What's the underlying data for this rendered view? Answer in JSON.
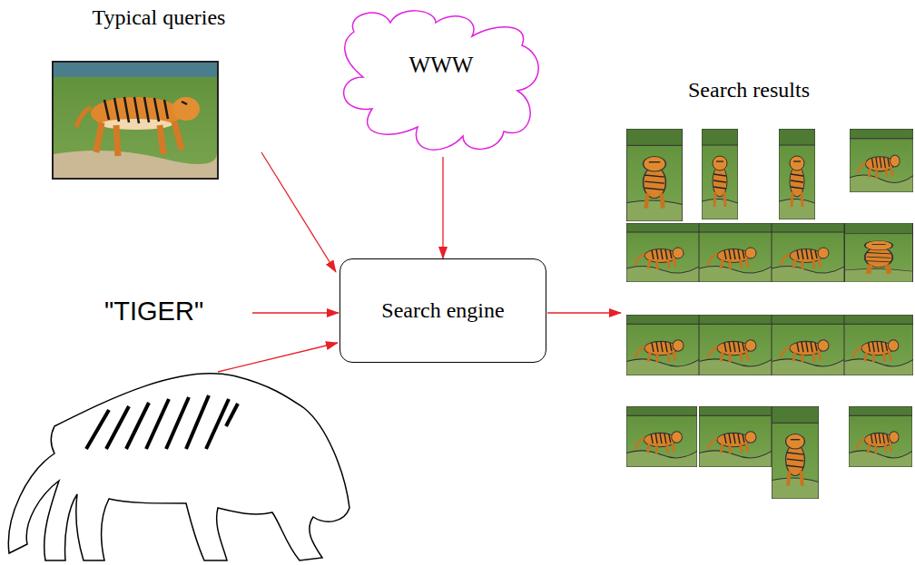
{
  "diagram": {
    "nodes": [
      {
        "text": [
          "WWW"
        ]
      },
      {
        "text": [
          "Search engine"
        ]
      }
    ],
    "edges": [
      {
        "from": 0,
        "to": 1,
        "arrow": "to"
      }
    ],
    "labels": [
      "Typical queries",
      "\"TIGER\"",
      "Search results"
    ]
  }
}
